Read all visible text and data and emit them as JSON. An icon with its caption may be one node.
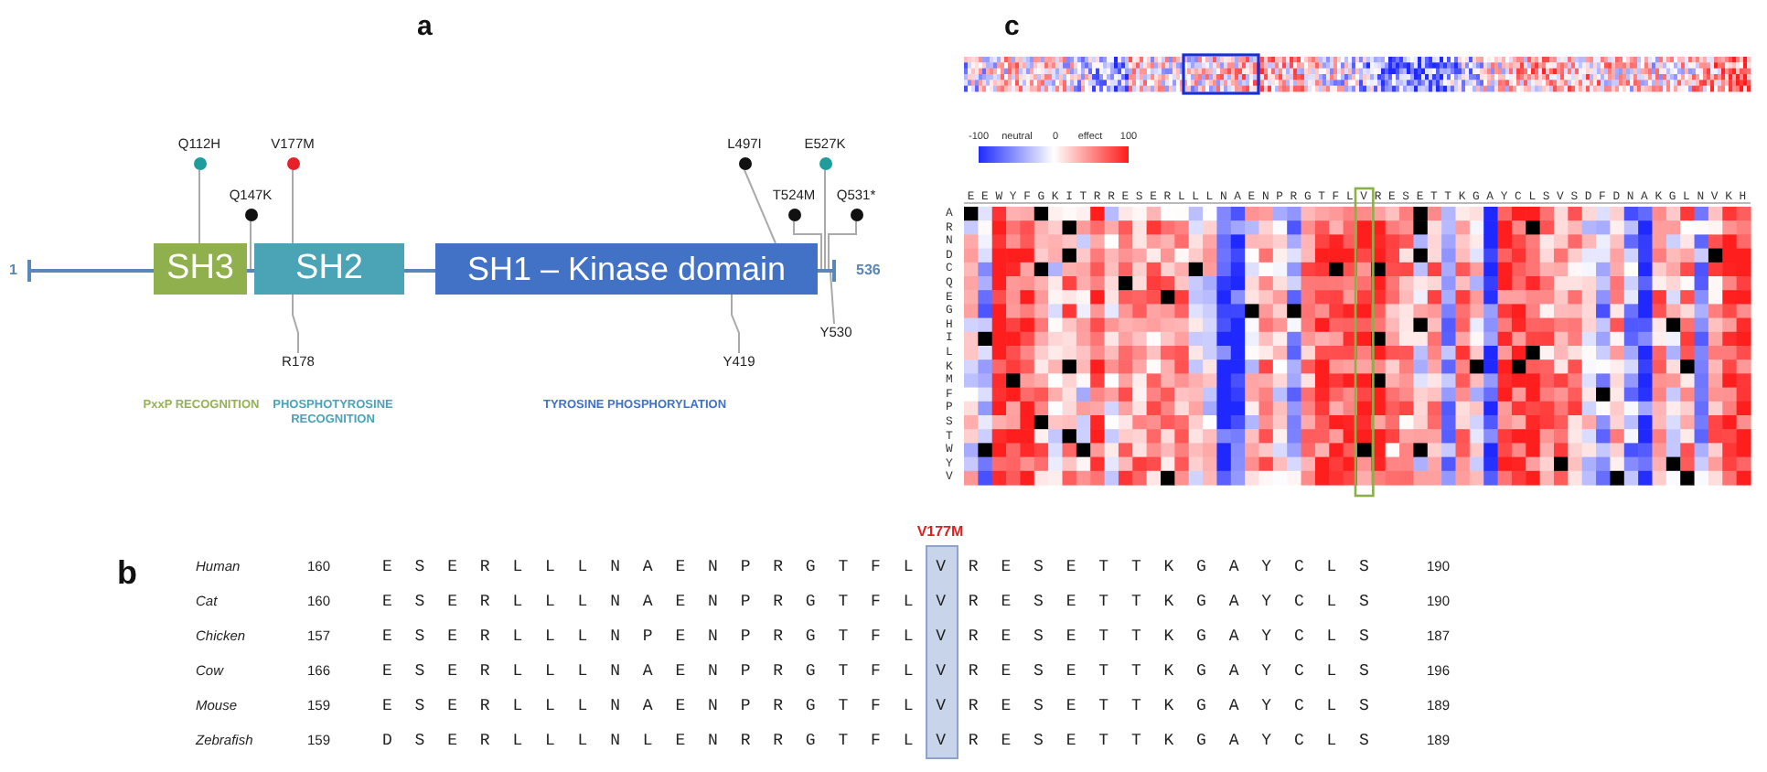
{
  "diagram": {
    "nodes": [
      {
        "text": [
          "SH3"
        ]
      },
      {
        "text": [
          "SH2"
        ]
      },
      {
        "text": [
          "SH1 – Kinase domain"
        ]
      },
      {
        "text": [],
        "shape": "bar",
        "beside": [
          "1",
          "536"
        ]
      },
      {
        "text": [
          "Q112H"
        ]
      },
      {
        "text": [
          "V177M"
        ]
      },
      {
        "text": [
          "Q147K"
        ]
      },
      {
        "text": [
          "L497I"
        ]
      },
      {
        "text": [
          "E527K"
        ]
      },
      {
        "text": [
          "T524M"
        ]
      },
      {
        "text": [
          "Q531*"
        ]
      },
      {
        "text": [
          "R178"
        ]
      },
      {
        "text": [
          "Y419"
        ]
      },
      {
        "text": [
          "Y530"
        ]
      }
    ],
    "edges": [
      {
        "from": 4,
        "to": 0,
        "arrow": "none"
      },
      {
        "from": 5,
        "to": 1,
        "arrow": "none"
      },
      {
        "from": 6,
        "to": 3,
        "arrow": "none"
      },
      {
        "from": 7,
        "to": 2,
        "arrow": "none"
      },
      {
        "from": 8,
        "to": 3,
        "arrow": "none"
      },
      {
        "from": 9,
        "to": 3,
        "arrow": "none"
      },
      {
        "from": 10,
        "to": 3,
        "arrow": "none"
      },
      {
        "from": 11,
        "to": 1,
        "arrow": "none"
      },
      {
        "from": 12,
        "to": 2,
        "arrow": "none"
      },
      {
        "from": 13,
        "to": 3,
        "arrow": "none"
      }
    ],
    "labels": [
      "a",
      "PxxP RECOGNITION",
      "PHOSPHOTYROSINE RECOGNITION",
      "TYROSINE PHOSPHORYLATION",
      "c",
      "-100",
      "neutral",
      "0",
      "effect",
      "100",
      "E E W Y F G K I T R R E S E R L L L N A E N P R G T F L V R E S E T T K G A Y C L S V S D F D N A K G L N V K H",
      "A R N D C Q E G H I L K M F P S T W Y V",
      "b",
      "V177M",
      "Human",
      "160",
      "E S E R L L L N A E N P R G T F L V R E S E T T K G A Y C L S",
      "190",
      "Cat",
      "160",
      "E S E R L L L N A E N P R G T F L V R E S E T T K G A Y C L S",
      "190",
      "Chicken",
      "157",
      "E S E R L L L N P E N P R G T F L V R E S E T T K G A Y C L S",
      "187",
      "Cow",
      "166",
      "E S E R L L L N A E N P R G T F L V R E S E T T K G A Y C L S",
      "196",
      "Mouse",
      "159",
      "E S E R L L L N A E N P R G T F L V R E S E T T K G A Y C L S",
      "189",
      "Zebrafish",
      "159",
      "D S E R L L L N L E N R R G T F L V R E S E T T K G A Y C L S",
      "189"
    ]
  }
}
